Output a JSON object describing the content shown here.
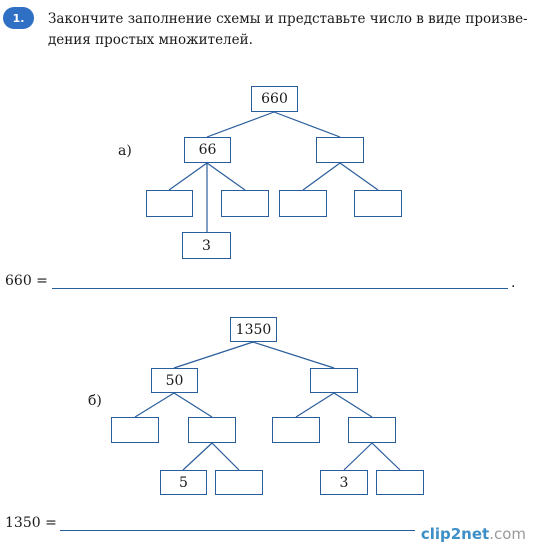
{
  "task": {
    "number": "1.",
    "text": "Закончите заполнение схемы и представьте число в виде произве-дения простых множителей."
  },
  "part_a": {
    "label": "а)",
    "nodes": {
      "root": "660",
      "left": "66",
      "right": "",
      "left_child_1": "",
      "left_child_2": "",
      "left_child_3": "3",
      "right_child_1": "",
      "right_child_2": ""
    },
    "answer_label": "660 =",
    "answer_value": "",
    "end_dot": "."
  },
  "part_b": {
    "label": "б)",
    "nodes": {
      "root": "1350",
      "left": "50",
      "right": "",
      "ll": "",
      "lr": "",
      "lr_child_1": "5",
      "lr_child_2": "",
      "rl": "",
      "rr": "",
      "rr_child_1": "3",
      "rr_child_2": ""
    },
    "answer_label": "1350 =",
    "answer_value": ""
  },
  "watermark": {
    "brand": "clip2net",
    "suffix": ".com"
  }
}
